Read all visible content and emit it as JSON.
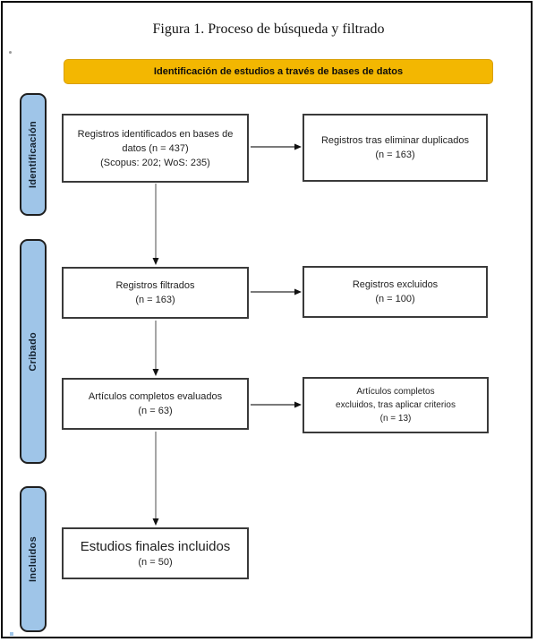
{
  "title": "Figura 1. Proceso de búsqueda y filtrado",
  "banner": {
    "label": "Identificación de estudios a través de bases de datos"
  },
  "sidebar": {
    "identification": "Identificación",
    "screening": "Cribado",
    "included": "Incluidos"
  },
  "boxes": {
    "records_identified": {
      "lines": [
        "Registros identificados en bases de",
        "datos (n = 437)",
        "(Scopus: 202; WoS: 235)"
      ]
    },
    "after_duplicates": {
      "lines": [
        "Registros tras eliminar duplicados",
        "(n = 163)"
      ]
    },
    "records_screened": {
      "lines": [
        "Registros filtrados",
        "(n = 163)"
      ]
    },
    "records_excluded": {
      "lines": [
        "Registros excluidos",
        "(n = 100)"
      ]
    },
    "fulltext_assessed": {
      "lines": [
        "Artículos completos evaluados",
        "(n = 63)"
      ]
    },
    "fulltext_excluded": {
      "lines": [
        "Artículos completos",
        "excluidos, tras aplicar criterios",
        "(n = 13)"
      ]
    },
    "final_included": {
      "main": "Estudios finales incluidos",
      "sub": "(n = 50)"
    }
  },
  "colors": {
    "banner": "#F3B701",
    "sidebar": "#9FC5E8"
  }
}
